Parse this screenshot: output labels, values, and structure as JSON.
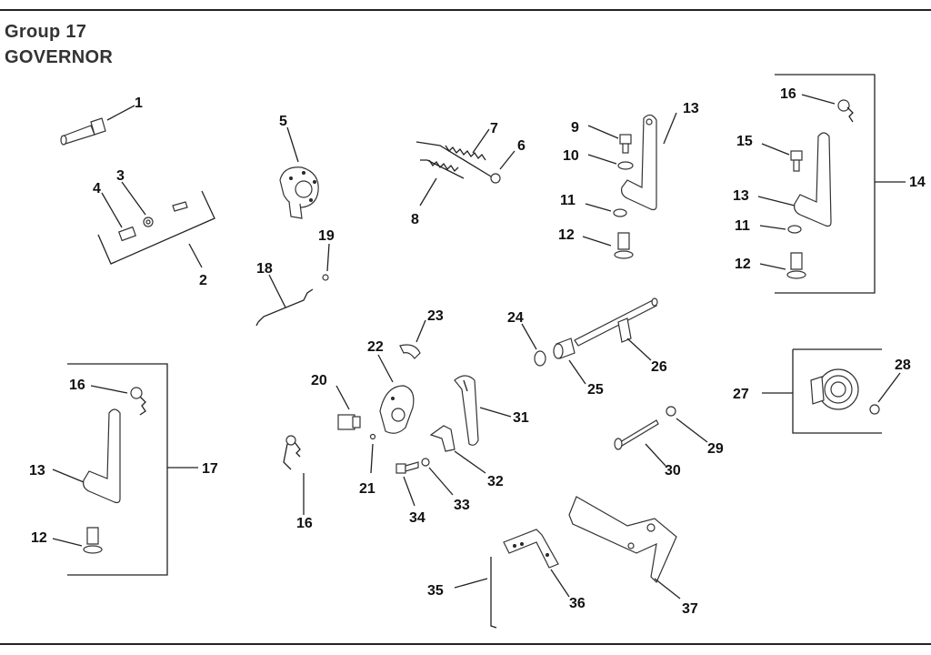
{
  "header": {
    "group": "Group 17",
    "title": "GOVERNOR"
  },
  "labels": {
    "p1": "1",
    "p2": "2",
    "p3": "3",
    "p4": "4",
    "p5": "5",
    "p6": "6",
    "p7": "7",
    "p8": "8",
    "p9": "9",
    "p10": "10",
    "p11a": "11",
    "p11b": "11",
    "p12a": "12",
    "p12b": "12",
    "p12c": "12",
    "p13a": "13",
    "p13b": "13",
    "p13c": "13",
    "p14": "14",
    "p15": "15",
    "p16a": "16",
    "p16b": "16",
    "p16c": "16",
    "p17": "17",
    "p18": "18",
    "p19": "19",
    "p20": "20",
    "p21": "21",
    "p22": "22",
    "p23": "23",
    "p24": "24",
    "p25": "25",
    "p26": "26",
    "p27": "27",
    "p28": "28",
    "p29": "29",
    "p30": "30",
    "p31": "31",
    "p32": "32",
    "p33": "33",
    "p34": "34",
    "p35": "35",
    "p36": "36",
    "p37": "37"
  }
}
